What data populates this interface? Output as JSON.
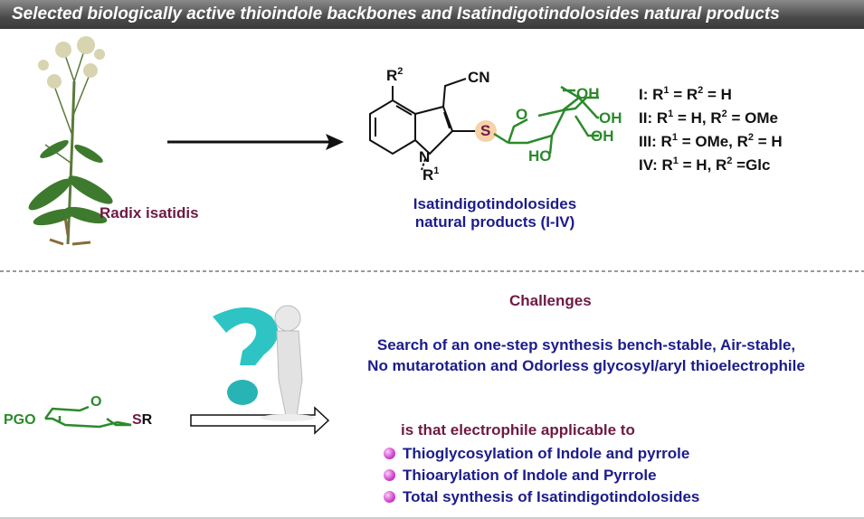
{
  "header": {
    "title": "Selected biologically active thioindole backbones and Isatindigotindolosides natural products"
  },
  "plant": {
    "label": "Radix isatidis"
  },
  "structure": {
    "r2": "R",
    "r2_sup": "2",
    "cn": "CN",
    "n": "N",
    "r1": "R",
    "r1_sup": "1",
    "s": "S",
    "o": "O",
    "oh1": "OH",
    "oh2": "OH",
    "oh3": "OH",
    "ho": "HO",
    "caption_line1": "Isatindigotindolosides",
    "caption_line2": "natural products (I-IV)"
  },
  "r_groups": [
    {
      "a": "I: R",
      "s1": "1",
      "b": " = R",
      "s2": "2",
      "c": " = H"
    },
    {
      "a": "II: R",
      "s1": "1",
      "b": " = H, R",
      "s2": "2",
      "c": " = OMe"
    },
    {
      "a": "III: R",
      "s1": "1",
      "b": " = OMe, R",
      "s2": "2",
      "c": " = H"
    },
    {
      "a": "IV: R",
      "s1": "1",
      "b": " = H, R",
      "s2": "2",
      "c": " =Glc"
    }
  ],
  "reagent": {
    "pgo": "PGO",
    "o": "O",
    "s": "S",
    "r": "R"
  },
  "challenges": {
    "title": "Challenges",
    "line1": "Search of an one-step synthesis bench-stable, Air-stable,",
    "line2": "No mutarotation and Odorless glycosyl/aryl thioelectrophile",
    "question": "is that electrophile applicable to",
    "bullets": [
      "Thioglycosylation of Indole and pyrrole",
      "Thioarylation of Indole and Pyrrole",
      "Total synthesis of Isatindigotindolosides"
    ]
  },
  "colors": {
    "blue": "#1c1c8c",
    "maroon": "#6e1a44",
    "green": "#2b8a2b",
    "teal": "#2ec4c4"
  }
}
